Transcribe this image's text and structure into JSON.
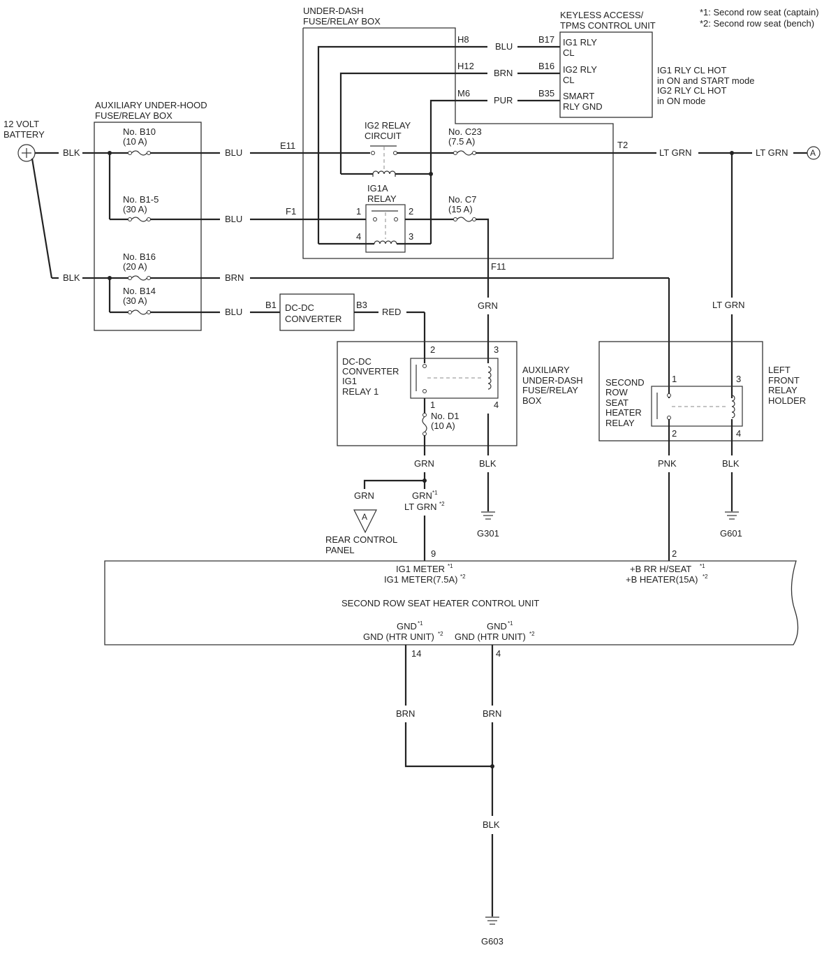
{
  "notes": [
    "*1: Second row seat (captain)",
    "*2: Second row seat (bench)"
  ],
  "battery": {
    "label1": "12 VOLT",
    "label2": "BATTERY"
  },
  "aux_hood_box": {
    "label1": "AUXILIARY UNDER-HOOD",
    "label2": "FUSE/RELAY BOX"
  },
  "under_dash_box": {
    "label1": "UNDER-DASH",
    "label2": "FUSE/RELAY BOX"
  },
  "keyless": {
    "label1": "KEYLESS ACCESS/",
    "label2": "TPMS CONTROL UNIT",
    "pins": [
      {
        "pin": "B17",
        "l1": "IG1 RLY",
        "l2": "CL",
        "wire": "BLU",
        "dash_pin": "H8"
      },
      {
        "pin": "B16",
        "l1": "IG2 RLY",
        "l2": "CL",
        "wire": "BRN",
        "dash_pin": "H12"
      },
      {
        "pin": "B35",
        "l1": "SMART",
        "l2": "RLY GND",
        "wire": "PUR",
        "dash_pin": "M6"
      }
    ],
    "note": [
      "IG1 RLY CL HOT",
      "in ON and START mode",
      "IG2 RLY CL HOT",
      "in ON mode"
    ]
  },
  "fuses": {
    "b10": {
      "name": "No. B10",
      "rating": "(10 A)"
    },
    "b15": {
      "name": "No. B1-5",
      "rating": "(30 A)"
    },
    "b16": {
      "name": "No. B16",
      "rating": "(20 A)"
    },
    "b14": {
      "name": "No. B14",
      "rating": "(30 A)"
    },
    "c23": {
      "name": "No. C23",
      "rating": "(7.5 A)"
    },
    "c7": {
      "name": "No. C7",
      "rating": "(15 A)"
    },
    "d1": {
      "name": "No. D1",
      "rating": "(10 A)"
    }
  },
  "ig2_relay": {
    "label1": "IG2 RELAY",
    "label2": "CIRCUIT"
  },
  "ig1a_relay": {
    "label1": "IG1A",
    "label2": "RELAY",
    "pins": [
      "1",
      "2",
      "3",
      "4"
    ]
  },
  "connectors": {
    "e11": "E11",
    "f1": "F1",
    "t2": "T2",
    "f11": "F11",
    "b1": "B1",
    "b3": "B3"
  },
  "wires": {
    "blk": "BLK",
    "blu": "BLU",
    "brn": "BRN",
    "grn": "GRN",
    "lt_grn": "LT GRN",
    "red": "RED",
    "pnk": "PNK",
    "pur": "PUR"
  },
  "ref_a": "A",
  "dcdc": {
    "label1": "DC-DC",
    "label2": "CONVERTER"
  },
  "aux_dash_box": {
    "relay": [
      "DC-DC",
      "CONVERTER",
      "IG1",
      "RELAY 1"
    ],
    "label": [
      "AUXILIARY",
      "UNDER-DASH",
      "FUSE/RELAY",
      "BOX"
    ],
    "pins": [
      "2",
      "3",
      "1",
      "4"
    ]
  },
  "left_front": {
    "relay": [
      "SECOND",
      "ROW",
      "SEAT",
      "HEATER",
      "RELAY"
    ],
    "label": [
      "LEFT",
      "FRONT",
      "RELAY",
      "HOLDER"
    ],
    "pins": [
      "1",
      "3",
      "2",
      "4"
    ]
  },
  "wire_grn_variant": {
    "a": "GRN",
    "b": "LT GRN"
  },
  "rear_panel": {
    "label1": "REAR CONTROL",
    "label2": "PANEL"
  },
  "grounds": {
    "g301": "G301",
    "g601": "G601",
    "g603": "G603"
  },
  "control_unit": {
    "title": "SECOND ROW SEAT HEATER CONTROL UNIT",
    "pin9": "9",
    "pin2": "2",
    "pin14": "14",
    "pin4": "4",
    "ig1_a": "IG1 METER",
    "ig1_b": "IG1 METER(7.5A)",
    "b_a": "+B RR H/SEAT",
    "b_b": "+B HEATER(15A)",
    "gnd_a": "GND",
    "gnd_b": "GND (HTR UNIT)"
  },
  "marks": {
    "m1": "*1",
    "m2": "*2"
  }
}
